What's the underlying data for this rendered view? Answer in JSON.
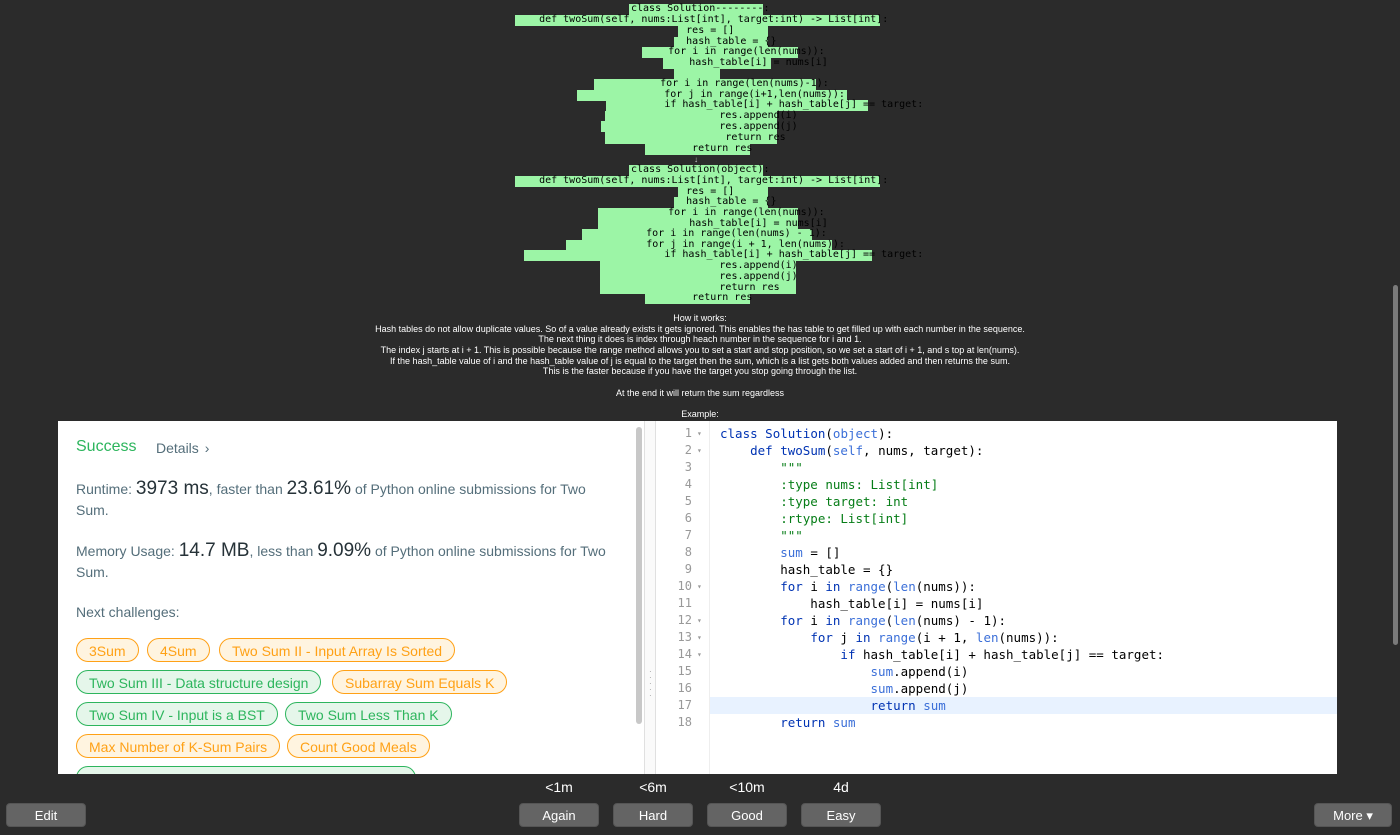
{
  "diff": {
    "before": [
      "class Solution--------:",
      "    def twoSum(self, nums:List[int], target:int) -> List[int]:",
      "        res = []",
      "        hash_table = {}",
      "        for i in range(len(nums)):",
      "            hash_table[i] = nums[i]",
      "",
      "        for i in range(len(nums)-1):",
      "            for j in range(i+1,len(nums)):",
      "                if hash_table[i] + hash_table[j] == target:",
      "                    res.append(i)",
      "                    res.append(j)",
      "                    return res",
      "        return res"
    ],
    "arrow": "↓",
    "after": [
      "class Solution(object):",
      "    def twoSum(self, nums:List[int], target:int) -> List[int]:",
      "        res = []",
      "        hash_table = {}",
      "        for i in range(len(nums)):",
      "            hash_table[i] = nums[i]",
      "        for i in range(len(nums) - 1):",
      "            for j in range(i + 1, len(nums)):",
      "                if hash_table[i] + hash_table[j] == target:",
      "                    res.append(i)",
      "                    res.append(j)",
      "                    return res",
      "        return res"
    ]
  },
  "explanation": [
    "How it works:",
    "Hash tables do not allow duplicate values. So of a value already exists it gets ignored. This enables the has table to get filled up with each number in the sequence.",
    "The next thing it does is index through heach number in the sequence for i and 1.",
    "The index j starts at i + 1. This is possible because the range method allows you to set a start and stop position, so we set a start of i + 1, and s top at len(nums).",
    "If the hash_table value of i and the hash_table value of j is equal to the target then the sum, which is a list gets both values added and then returns the sum.",
    "This is the faster because if you have the target you stop going through the list.",
    "",
    "At the end it will return the sum regardless",
    "",
    "Example:"
  ],
  "result": {
    "status": "Success",
    "details": "Details",
    "details_chevron": "›",
    "runtime_label": "Runtime:",
    "runtime_value": "3973 ms",
    "runtime_mid": ", faster than",
    "runtime_pct": "23.61%",
    "runtime_tail": " of Python online submissions for Two Sum.",
    "memory_label": "Memory Usage:",
    "memory_value": "14.7 MB",
    "memory_mid": ", less than",
    "memory_pct": "9.09%",
    "memory_tail": " of Python online submissions for Two Sum.",
    "next_label": "Next challenges:",
    "challenges": [
      {
        "label": "3Sum",
        "level": "medium"
      },
      {
        "label": "4Sum",
        "level": "medium"
      },
      {
        "label": "Two Sum II - Input Array Is Sorted",
        "level": "medium"
      },
      {
        "label": "Two Sum III - Data structure design",
        "level": "easy"
      },
      {
        "label": "Subarray Sum Equals K",
        "level": "medium"
      },
      {
        "label": "Two Sum IV - Input is a BST",
        "level": "easy"
      },
      {
        "label": "Two Sum Less Than K",
        "level": "easy"
      },
      {
        "label": "Max Number of K-Sum Pairs",
        "level": "medium"
      },
      {
        "label": "Count Good Meals",
        "level": "medium"
      }
    ]
  },
  "editor": {
    "line_numbers": [
      "1",
      "2",
      "3",
      "4",
      "5",
      "6",
      "7",
      "8",
      "9",
      "10",
      "11",
      "12",
      "13",
      "14",
      "15",
      "16",
      "17",
      "18"
    ],
    "fold_marker": "▾",
    "active_line": 17
  },
  "footer": {
    "edit": "Edit",
    "again_due": "<1m",
    "again": "Again",
    "hard_due": "<6m",
    "hard": "Hard",
    "good_due": "<10m",
    "good": "Good",
    "easy_due": "4d",
    "easy": "Easy",
    "more": "More ▾"
  },
  "colors": {
    "success": "#2db55d",
    "medium": "#ffa116",
    "diff_added": "#9cf5a6",
    "diff_removed": "#f5a0a0"
  }
}
